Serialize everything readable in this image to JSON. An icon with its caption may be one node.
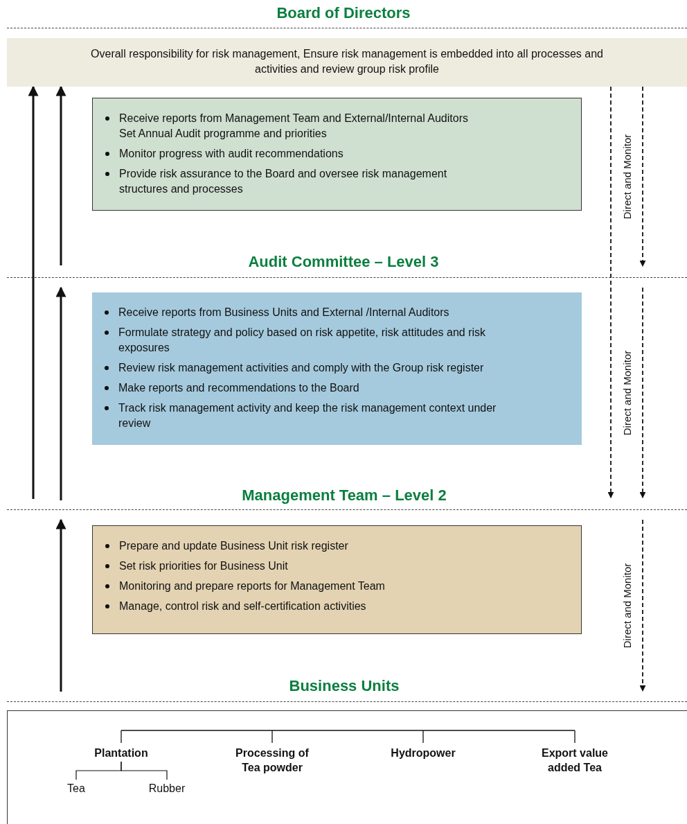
{
  "diagram": {
    "nodes": [
      {
        "text": [
          "Board of Directors",
          "Overall responsibility for risk management, Ensure risk management is embedded into all processes and activities and review group risk profile"
        ]
      },
      {
        "text": [
          "Receive reports from Management Team and External/Internal Auditors Set Annual Audit programme and priorities",
          "Monitor progress with audit recommendations",
          "Provide risk assurance to the Board and oversee risk management structures and processes"
        ]
      },
      {
        "text": [
          "Audit Committee – Level 3",
          "Receive reports from Business Units and External /Internal Auditors",
          "Formulate strategy and policy based on risk appetite, risk attitudes and risk exposures",
          "Review risk management activities and comply with the Group risk register",
          "Make reports and recommendations to the Board",
          "Track risk management activity and keep the risk management context under review"
        ]
      },
      {
        "text": [
          "Management Team – Level 2",
          "Prepare and update Business Unit risk register",
          "Set risk priorities for Business Unit",
          "Monitoring and prepare reports for Management Team",
          "Manage, control risk and self-certification activities"
        ]
      },
      {
        "text": [
          "Business Units"
        ]
      },
      {
        "text": [
          "Plantation"
        ],
        "in": 4
      },
      {
        "text": [
          "Processing of Tea powder"
        ],
        "in": 4
      },
      {
        "text": [
          "Hydropower"
        ],
        "in": 4
      },
      {
        "text": [
          "Export value added Tea"
        ],
        "in": 4
      },
      {
        "text": [
          "Tea"
        ],
        "in": 4
      },
      {
        "text": [
          "Rubber"
        ],
        "in": 4
      }
    ],
    "edges": [
      {
        "from": null,
        "to": 0,
        "arrow": "to"
      },
      {
        "from": null,
        "to": 0,
        "arrow": "to"
      },
      {
        "from": null,
        "to": 2,
        "arrow": "to"
      },
      {
        "from": null,
        "to": 3,
        "arrow": "to"
      },
      {
        "from": 0,
        "to": null,
        "arrow": "to",
        "style": "dashed"
      },
      {
        "from": 0,
        "to": null,
        "arrow": "to",
        "style": "dashed",
        "label": "Direct and Monitor"
      },
      {
        "from": null,
        "to": 3,
        "arrow": "to",
        "style": "dashed",
        "label": "Direct and Monitor"
      },
      {
        "from": null,
        "to": 4,
        "arrow": "to",
        "style": "dashed",
        "label": "Direct and Monitor"
      },
      {
        "from": 5,
        "to": 9,
        "arrow": "none"
      },
      {
        "from": 5,
        "to": 10,
        "arrow": "none"
      }
    ]
  }
}
